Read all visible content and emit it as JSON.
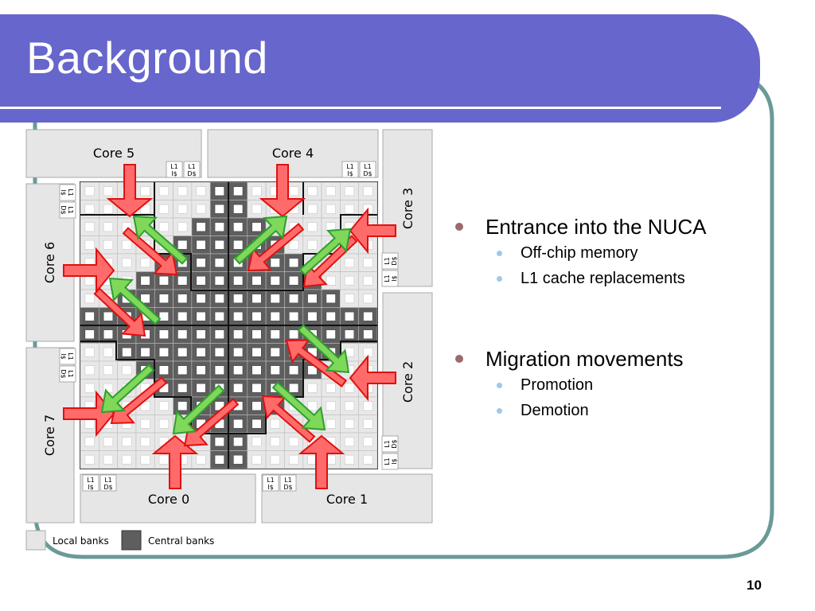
{
  "slide": {
    "title": "Background",
    "page_number": "10",
    "bullets": [
      {
        "text": "Entrance into the NUCA",
        "sub": [
          "Off-chip memory",
          "L1 cache replacements"
        ]
      },
      {
        "text": "Migration movements",
        "sub": [
          "Promotion",
          "Demotion"
        ]
      }
    ]
  },
  "diagram": {
    "cores": {
      "core5": "Core 5",
      "core4": "Core 4",
      "core3": "Core 3",
      "core6": "Core 6",
      "core2": "Core 2",
      "core7": "Core 7",
      "core0": "Core 0",
      "core1": "Core 1"
    },
    "cache_labels": {
      "l1": "L1",
      "icache": "I$",
      "dcache": "D$"
    },
    "legend": {
      "local": "Local banks",
      "central": "Central banks"
    },
    "colors": {
      "local_bank": "#e8e8e8",
      "central_bank": "#5e5e5e",
      "arrow_red": "#ff6b6b",
      "arrow_green": "#7fd85a",
      "core_box": "#e6e6e6"
    }
  }
}
